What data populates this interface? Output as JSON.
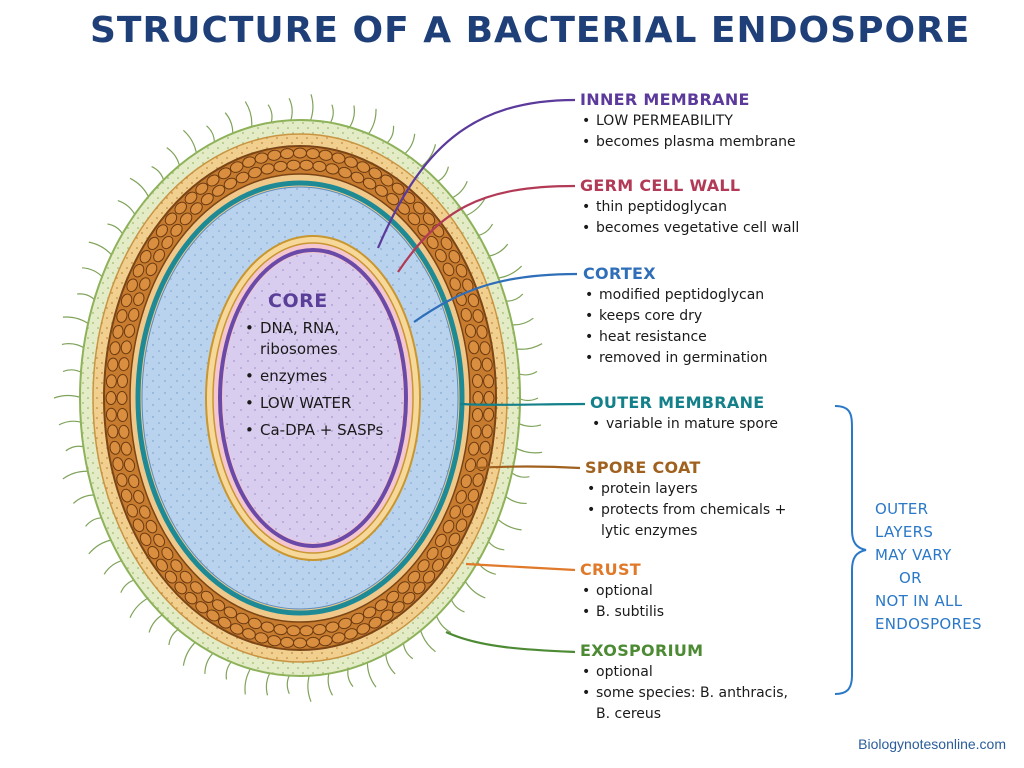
{
  "title": "STRUCTURE OF A BACTERIAL ENDOSPORE",
  "core": {
    "heading": "CORE",
    "items": [
      "DNA, RNA, ribosomes",
      "enzymes",
      "LOW WATER",
      "Ca-DPA + SASPs"
    ]
  },
  "labels": [
    {
      "id": "inner_membrane",
      "heading": "INNER MEMBRANE",
      "color": "#5b3a9b",
      "items": [
        "LOW PERMEABILITY",
        "becomes plasma membrane"
      ]
    },
    {
      "id": "germ_cell_wall",
      "heading": "GERM CELL WALL",
      "color": "#b23a56",
      "items": [
        "thin peptidoglycan",
        "becomes vegetative cell wall"
      ]
    },
    {
      "id": "cortex",
      "heading": "CORTEX",
      "color": "#2f6fba",
      "items": [
        "modified peptidoglycan",
        "keeps core dry",
        "heat resistance",
        "removed in germination"
      ]
    },
    {
      "id": "outer_membrane",
      "heading": "OUTER MEMBRANE",
      "color": "#13808a",
      "items": [
        "variable in mature spore"
      ]
    },
    {
      "id": "spore_coat",
      "heading": "SPORE COAT",
      "color": "#a0611f",
      "items": [
        "protein layers",
        "protects from chemicals +",
        "lytic enzymes"
      ]
    },
    {
      "id": "crust",
      "heading": "CRUST",
      "color": "#e07a2a",
      "items": [
        "optional",
        "B. subtilis"
      ]
    },
    {
      "id": "exosporium",
      "heading": "EXOSPORIUM",
      "color": "#4d8a34",
      "items": [
        "optional",
        "some species: B. anthracis,",
        "B. cereus"
      ]
    }
  ],
  "note": {
    "lines": [
      "OUTER",
      "LAYERS",
      "MAY VARY",
      "OR",
      "NOT IN ALL",
      "ENDOSPORES"
    ],
    "color": "#2a78c8"
  },
  "watermark": "Biologynotesonline.com"
}
